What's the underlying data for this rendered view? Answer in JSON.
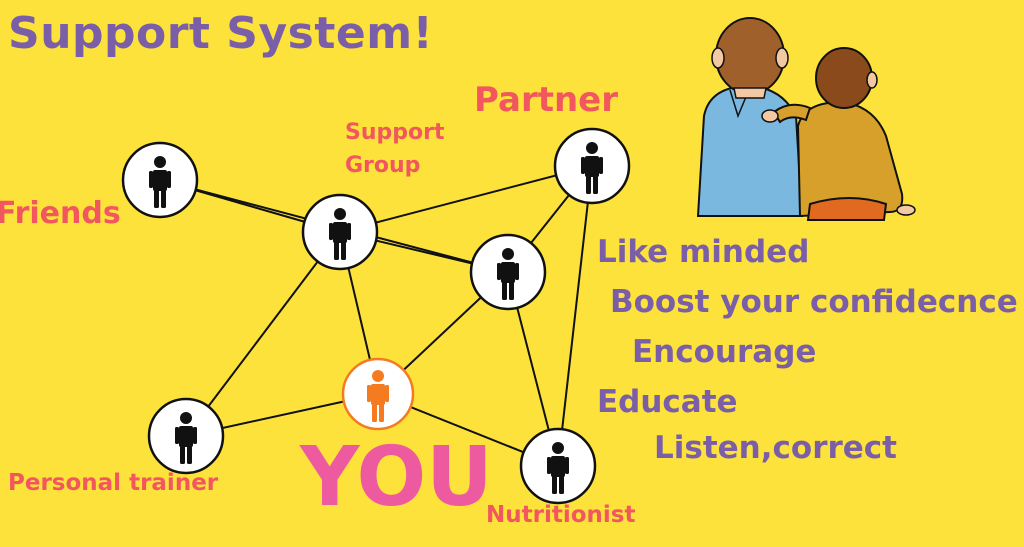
{
  "title": "Support System!",
  "center": {
    "label": "YOU",
    "color": "#f47b20"
  },
  "network": {
    "person_color": "#111111",
    "nodes": [
      {
        "id": "friends",
        "label": "Friends"
      },
      {
        "id": "support_group",
        "label_lines": [
          "Support",
          "Group"
        ]
      },
      {
        "id": "partner",
        "label": "Partner"
      },
      {
        "id": "middle",
        "label": ""
      },
      {
        "id": "personal_trainer",
        "label": "Personal trainer"
      },
      {
        "id": "nutritionist",
        "label": "Nutritionist"
      }
    ]
  },
  "benefits": [
    "Like minded",
    "Boost your confidecnce",
    "Encourage",
    "Educate",
    "Listen,correct"
  ],
  "colors": {
    "background": "#fce23a",
    "title": "#7a5fa8",
    "labels": "#f2575f",
    "you": "#ee5aa0"
  }
}
